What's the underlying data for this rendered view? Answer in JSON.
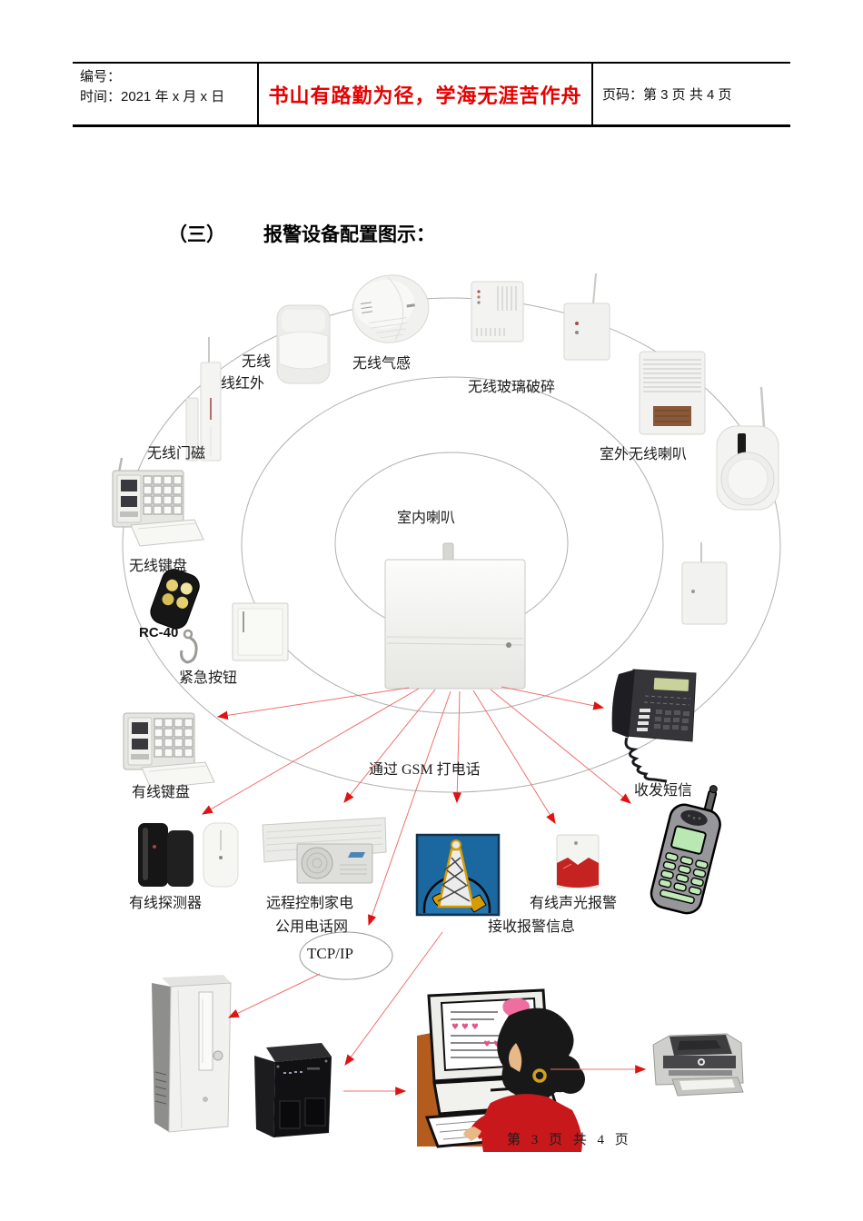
{
  "header": {
    "no_label": "编号：",
    "time_label": "时间：2021 年 x 月 x 日",
    "slogan": "书山有路勤为径，学海无涯苦作舟",
    "page_info": "页码：第 3 页 共 4 页"
  },
  "section_title": {
    "index": "（三）",
    "text": "报警设备配置图示："
  },
  "diagram": {
    "labels": {
      "pir_top": "无线",
      "pir_bottom": "线红外",
      "gas": "无线气感",
      "glass_break": "无线玻璃破碎",
      "outdoor_siren": "室外无线喇叭",
      "door_magnet": "无线门磁",
      "wireless_keypad": "无线键盘",
      "remote_model": "RC-40",
      "panic_button": "紧急按钮",
      "indoor_horn": "室内喇叭",
      "send_sms": "收发短信",
      "wired_keypad": "有线键盘",
      "gsm_call": "通过 GSM 打电话",
      "wired_detector": "有线探测器",
      "remote_appliance": "远程控制家电",
      "pstn": "公用电话网",
      "tcpip": "TCP/IP",
      "sound_light_alarm": "有线声光报警",
      "receive_alarm": "接收报警信息"
    },
    "colors": {
      "slogan_red": "#e60000",
      "arrow_red": "#e01313",
      "line_red": "#f07070",
      "ellipse_gray": "#b0b0b0",
      "tower_blue": "#1b67a0",
      "tower_gold": "#d69b00"
    }
  },
  "footer": {
    "page_text": "第 3 页 共 4 页"
  }
}
